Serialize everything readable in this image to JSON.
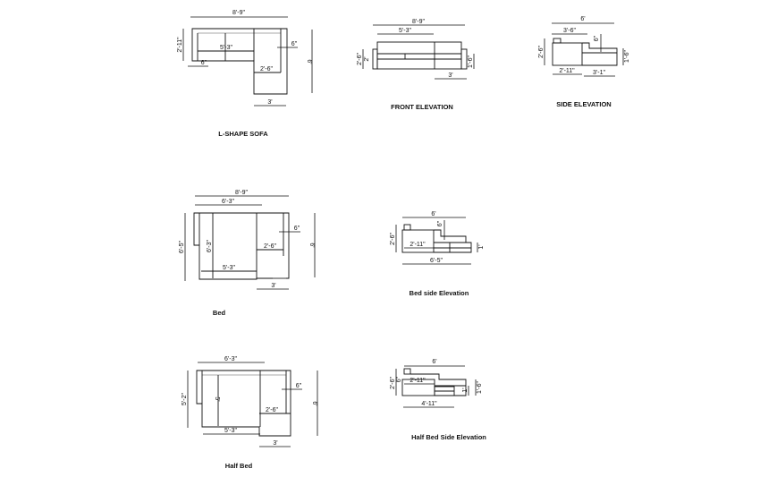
{
  "lshape": {
    "title": "L-SHAPE SOFA",
    "overall_width": "8'-9\"",
    "depth": "2'-11\"",
    "seat_width": "5'-3\"",
    "arm_left": "6\"",
    "arm_right": "6\"",
    "chaise_seat": "2'-6\"",
    "chaise_width": "3'",
    "overall_depth": "6'"
  },
  "front": {
    "title": "FRONT ELEVATION",
    "overall_width": "8'-9\"",
    "seat_width": "5'-3\"",
    "height": "2'-6\"",
    "arm_height": "2'",
    "seat_height": "1'-6\"",
    "chaise_width": "3'"
  },
  "side": {
    "title": "SIDE ELEVATION",
    "overall": "6'",
    "back_depth": "3'-6\"",
    "step": "6\"",
    "height": "2'-6\"",
    "seat_height": "1'-6\"",
    "seat_depth": "2'-11\"",
    "chaise_depth": "3'-1\""
  },
  "bed": {
    "title": "Bed",
    "overall_width": "8'-9\"",
    "bed_width": "6'-3\"",
    "bed_length": "6'-3\"",
    "depth_left": "6'-5\"",
    "seat_width": "5'-3\"",
    "chaise_seat": "2'-6\"",
    "arm": "6\"",
    "overall_depth": "6'",
    "chaise_width": "3'"
  },
  "bed_side": {
    "title": "Bed side Elevation",
    "overall": "6'",
    "step": "6\"",
    "height": "2'-6\"",
    "seat_depth": "2'-11\"",
    "bed_height": "1'",
    "extended": "6'-5\""
  },
  "half_bed": {
    "title": "Half Bed",
    "bed_width": "6'-3\"",
    "depth_left": "5'-2\"",
    "bed_length": "5'",
    "chaise_seat": "2'-6\"",
    "seat_width": "5'-3\"",
    "arm": "6\"",
    "overall_depth": "6'",
    "chaise_width": "3'"
  },
  "half_bed_side": {
    "title": "Half Bed Side Elevation",
    "overall": "6'",
    "height": "2'-6\"",
    "step": "6\"",
    "seat_depth": "2'-11\"",
    "bed_height": "1'",
    "seat_height": "1'-6\"",
    "extended": "4'-11\""
  }
}
